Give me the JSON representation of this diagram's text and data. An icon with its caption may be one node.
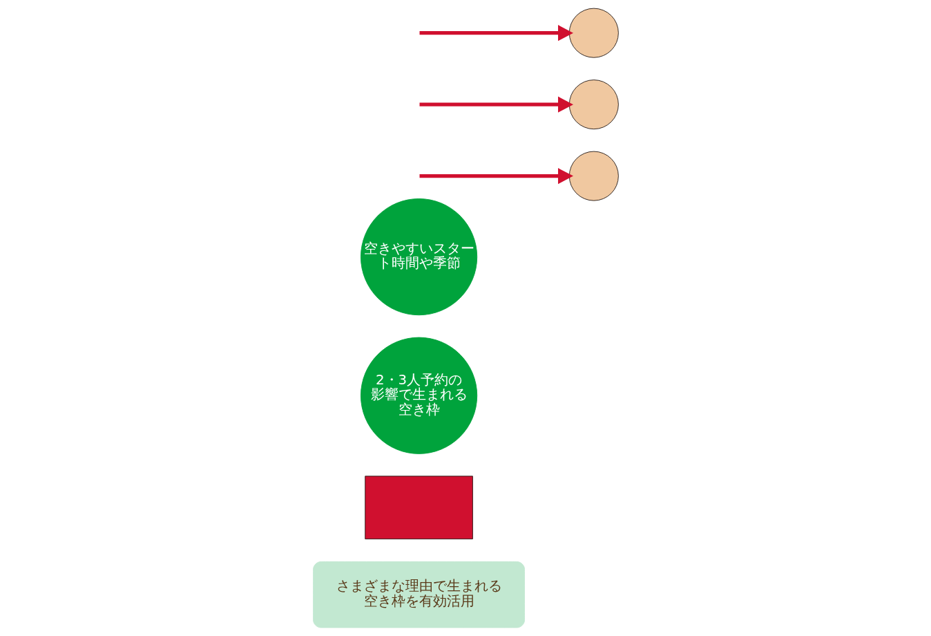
{
  "diagram": {
    "nodes": [
      {
        "text": [
          "空きやすいスタート時間や季節"
        ]
      },
      {
        "text": [
          "2・3人予約の影響で生まれる空き枠"
        ]
      },
      {
        "text": [],
        "shape": "box"
      },
      {
        "text": [
          "さまざまな理由で生まれる空き枠を有効活用"
        ]
      },
      {
        "text": [],
        "shape": "person"
      },
      {
        "text": [],
        "shape": "person"
      },
      {
        "text": [],
        "shape": "person"
      }
    ],
    "edges": [
      {
        "from": null,
        "to": 4,
        "arrow": "to"
      },
      {
        "from": null,
        "to": 5,
        "arrow": "to"
      },
      {
        "from": null,
        "to": 6,
        "arrow": "to"
      }
    ]
  }
}
